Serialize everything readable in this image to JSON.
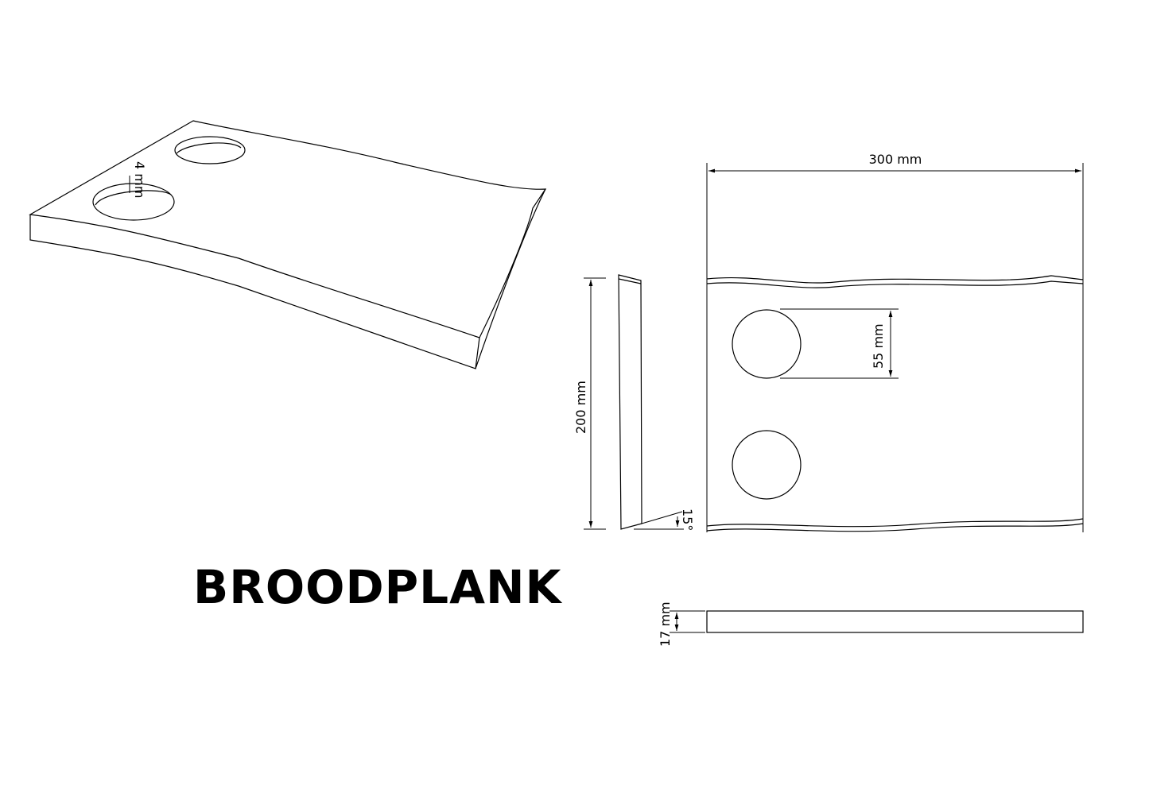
{
  "title": "BROODPLANK",
  "dimensions": {
    "width": "300 mm",
    "height": "200 mm",
    "hole_diameter": "55 mm",
    "thickness": "17 mm",
    "hole_depth": "4 mm",
    "bevel_angle": "15°"
  }
}
